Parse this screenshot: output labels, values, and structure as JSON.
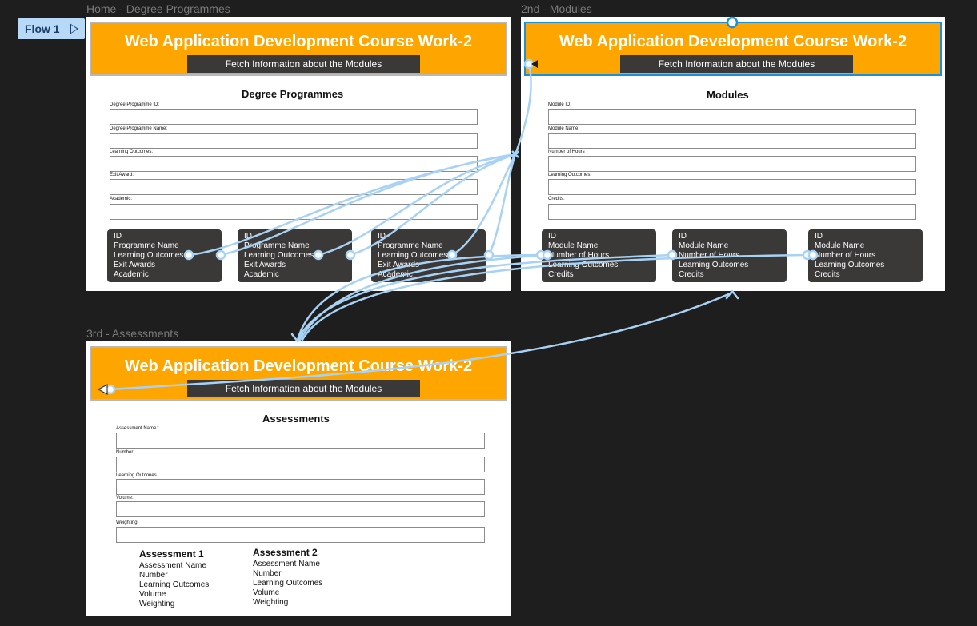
{
  "flow": {
    "label": "Flow 1"
  },
  "frames": {
    "home": {
      "label": "Home - Degree Programmes",
      "header_title": "Web Application Development Course Work-2",
      "fetch_button": "Fetch Information about the Modules",
      "section_title": "Degree Programmes",
      "fields": [
        "Degree Programme ID:",
        "Degree Programme Name:",
        "Learning Outcomes:",
        "Exit Award:",
        "Academic:"
      ],
      "cards": [
        [
          "ID",
          "Programme Name",
          "Learning Outcomes",
          "Exit Awards",
          "Academic"
        ],
        [
          "ID",
          "Programme Name",
          "Learning Outcomes",
          "Exit Awards",
          "Academic"
        ],
        [
          "ID",
          "Programme Name",
          "Learning Outcomes",
          "Exit Awards",
          "Academic"
        ]
      ]
    },
    "modules": {
      "label": "2nd - Modules",
      "header_title": "Web Application Development Course Work-2",
      "fetch_button": "Fetch Information about the Modules",
      "section_title": "Modules",
      "fields": [
        "Module ID:",
        "Module Name:",
        "Number of Hours",
        "Learning Outcomes:",
        "Credits:"
      ],
      "cards": [
        [
          "ID",
          "Module Name",
          "Number of Hours",
          "Learning Outcomes",
          "Credits"
        ],
        [
          "ID",
          "Module Name",
          "Number of Hours",
          "Learning Outcomes",
          "Credits"
        ],
        [
          "ID",
          "Module Name",
          "Number of Hours",
          "Learning Outcomes",
          "Credits"
        ]
      ]
    },
    "assessments": {
      "label": "3rd - Assessments",
      "header_title": "Web Application Development Course Work-2",
      "fetch_button": "Fetch Information about the Modules",
      "section_title": "Assessments",
      "fields": [
        "Assessment Name:",
        "Number:",
        "Learning Outcones",
        "Volume:",
        "Weighting:"
      ],
      "assessment_columns": [
        {
          "title": "Assessment 1",
          "items": [
            "Assessment Name",
            "Number",
            "Learning Outcomes",
            "Volume",
            "Weighting"
          ]
        },
        {
          "title": "Assessment 2",
          "items": [
            "Assessment Name",
            "Number",
            "Learning Outcomes",
            "Volume",
            "Weighting"
          ]
        }
      ]
    }
  },
  "colors": {
    "canvas": "#1e1e1e",
    "header": "#ffa500",
    "card": "#3b3838",
    "connector": "#a8d2f5",
    "selection": "#1b8fd8"
  }
}
